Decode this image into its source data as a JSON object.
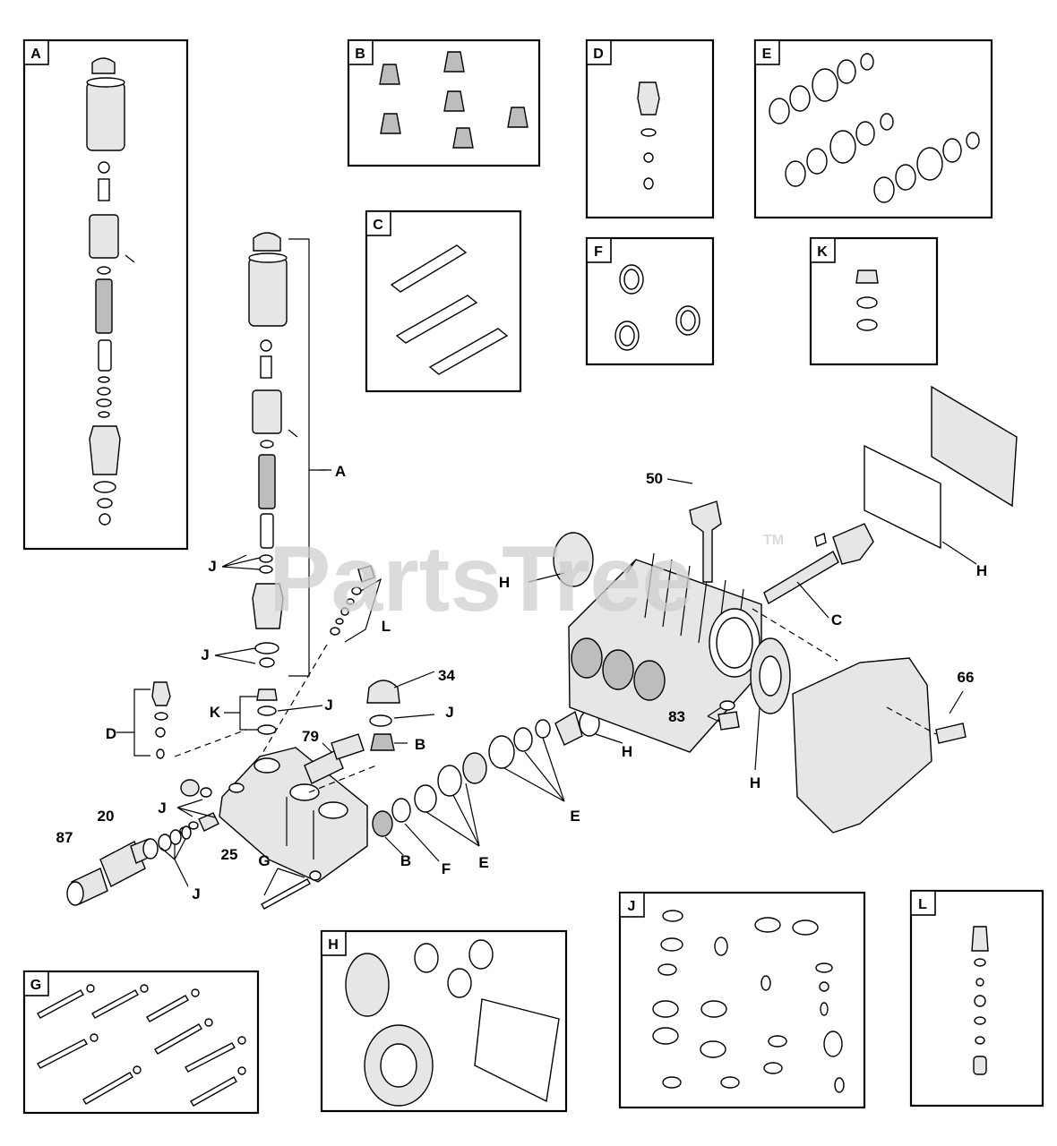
{
  "watermark": {
    "text": "PartsTree",
    "mark": "TM"
  },
  "kit_boxes": [
    "A",
    "B",
    "C",
    "D",
    "E",
    "F",
    "K",
    "G",
    "H",
    "J",
    "L"
  ],
  "callouts": {
    "c50": "50",
    "c34": "34",
    "c79": "79",
    "c83": "83",
    "c66": "66",
    "c20": "20",
    "c87": "87",
    "c25": "25",
    "cA": "A",
    "cB1": "B",
    "cB2": "B",
    "cC": "C",
    "cD": "D",
    "cE1": "E",
    "cE2": "E",
    "cF": "F",
    "cG": "G",
    "cH1": "H",
    "cH2": "H",
    "cH3": "H",
    "cH4": "H",
    "cJ1": "J",
    "cJ2": "J",
    "cJ3": "J",
    "cJ4": "J",
    "cJ5": "J",
    "cJ6": "J",
    "cK": "K",
    "cL": "L"
  },
  "colors": {
    "line": "#000000",
    "shade": "#bdbdbd",
    "watermark": "#cfcfcf"
  }
}
